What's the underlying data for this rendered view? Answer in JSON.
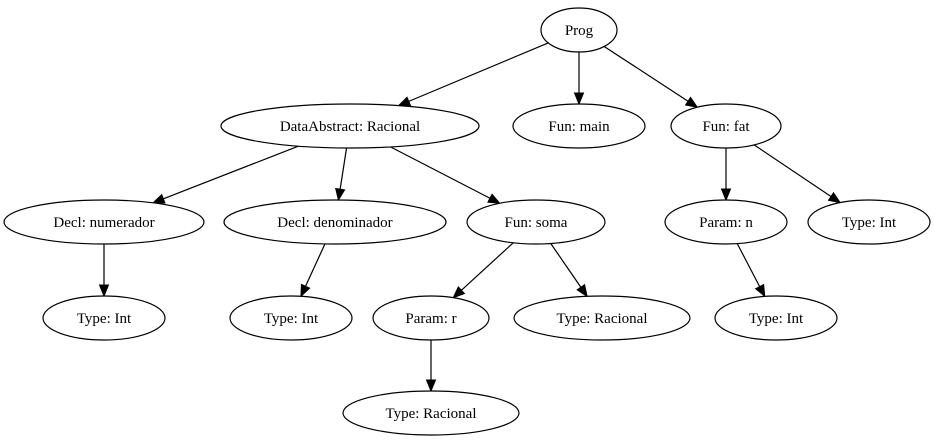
{
  "nodes": [
    {
      "id": "prog",
      "label": "Prog"
    },
    {
      "id": "data_abstract",
      "label": "DataAbstract: Racional"
    },
    {
      "id": "fun_main",
      "label": "Fun: main"
    },
    {
      "id": "fun_fat",
      "label": "Fun: fat"
    },
    {
      "id": "decl_numerador",
      "label": "Decl: numerador"
    },
    {
      "id": "decl_denominador",
      "label": "Decl: denominador"
    },
    {
      "id": "fun_soma",
      "label": "Fun: soma"
    },
    {
      "id": "param_n",
      "label": "Param: n"
    },
    {
      "id": "type_int_fat",
      "label": "Type: Int"
    },
    {
      "id": "type_int_num",
      "label": "Type: Int"
    },
    {
      "id": "type_int_den",
      "label": "Type: Int"
    },
    {
      "id": "param_r",
      "label": "Param: r"
    },
    {
      "id": "type_racional_soma",
      "label": "Type: Racional"
    },
    {
      "id": "type_int_n",
      "label": "Type: Int"
    },
    {
      "id": "type_racional_r",
      "label": "Type: Racional"
    }
  ],
  "edges": [
    {
      "from": "prog",
      "to": "data_abstract"
    },
    {
      "from": "prog",
      "to": "fun_main"
    },
    {
      "from": "prog",
      "to": "fun_fat"
    },
    {
      "from": "data_abstract",
      "to": "decl_numerador"
    },
    {
      "from": "data_abstract",
      "to": "decl_denominador"
    },
    {
      "from": "data_abstract",
      "to": "fun_soma"
    },
    {
      "from": "fun_fat",
      "to": "param_n"
    },
    {
      "from": "fun_fat",
      "to": "type_int_fat"
    },
    {
      "from": "decl_numerador",
      "to": "type_int_num"
    },
    {
      "from": "decl_denominador",
      "to": "type_int_den"
    },
    {
      "from": "fun_soma",
      "to": "param_r"
    },
    {
      "from": "fun_soma",
      "to": "type_racional_soma"
    },
    {
      "from": "param_n",
      "to": "type_int_n"
    },
    {
      "from": "param_r",
      "to": "type_racional_r"
    }
  ]
}
